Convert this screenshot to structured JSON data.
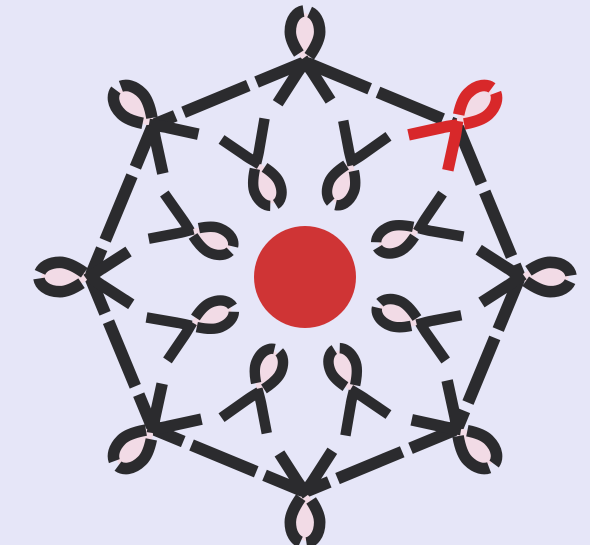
{
  "colors": {
    "background": "#e6e6f8",
    "ribbon": "#2b2b2e",
    "ribbon_highlight": "#d8282a",
    "loop_fill": "#f2dbe6",
    "center": "#cf3435"
  },
  "figure": {
    "outer_ribbon_count": 8,
    "inner_ribbon_count": 8,
    "highlighted_ribbon": "outer-ribbon-2",
    "center_mark": "red-circle"
  }
}
